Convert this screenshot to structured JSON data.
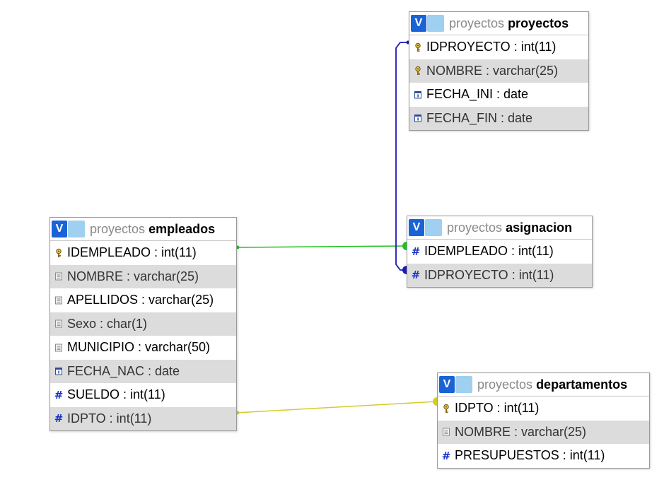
{
  "database": "proyectos",
  "tables": {
    "proyectos": {
      "db_label": "proyectos",
      "name": "proyectos",
      "columns": [
        {
          "text": "IDPROYECTO : int(11)",
          "icon": "primary-key-icon"
        },
        {
          "text": "NOMBRE : varchar(25)",
          "icon": "primary-key-icon"
        },
        {
          "text": "FECHA_INI : date",
          "icon": "date-column-icon"
        },
        {
          "text": "FECHA_FIN : date",
          "icon": "date-column-icon"
        }
      ]
    },
    "asignacion": {
      "db_label": "proyectos",
      "name": "asignacion",
      "columns": [
        {
          "text": "IDEMPLEADO : int(11)",
          "icon": "numeric-column-icon"
        },
        {
          "text": "IDPROYECTO : int(11)",
          "icon": "numeric-column-icon"
        }
      ]
    },
    "empleados": {
      "db_label": "proyectos",
      "name": "empleados",
      "columns": [
        {
          "text": "IDEMPLEADO : int(11)",
          "icon": "primary-key-icon"
        },
        {
          "text": "NOMBRE : varchar(25)",
          "icon": "text-column-icon"
        },
        {
          "text": "APELLIDOS : varchar(25)",
          "icon": "text-column-icon"
        },
        {
          "text": "Sexo : char(1)",
          "icon": "text-column-icon"
        },
        {
          "text": "MUNICIPIO : varchar(50)",
          "icon": "text-column-icon"
        },
        {
          "text": "FECHA_NAC : date",
          "icon": "date-column-icon"
        },
        {
          "text": "SUELDO : int(11)",
          "icon": "numeric-column-icon"
        },
        {
          "text": "IDPTO : int(11)",
          "icon": "numeric-column-icon"
        }
      ]
    },
    "departamentos": {
      "db_label": "proyectos",
      "name": "departamentos",
      "columns": [
        {
          "text": "IDPTO : int(11)",
          "icon": "primary-key-icon"
        },
        {
          "text": "NOMBRE : varchar(25)",
          "icon": "text-column-icon"
        },
        {
          "text": "PRESUPUESTOS : int(11)",
          "icon": "numeric-column-icon"
        }
      ]
    }
  },
  "header_buttons": {
    "toggle_label": "V",
    "toggle_icon": "collapse-toggle-icon",
    "options_icon": "gear-icon"
  },
  "relations": [
    {
      "from_table": "empleados",
      "from_column": "IDEMPLEADO",
      "to_table": "asignacion",
      "to_column": "IDEMPLEADO",
      "color": "#22c022"
    },
    {
      "from_table": "proyectos",
      "from_column": "IDPROYECTO",
      "to_table": "asignacion",
      "to_column": "IDPROYECTO",
      "color": "#1a1ab8"
    },
    {
      "from_table": "departamentos",
      "from_column": "IDPTO",
      "to_table": "empleados",
      "to_column": "IDPTO",
      "color": "#d4cc2a"
    }
  ],
  "colors": {
    "toggle_button": "#1a63d6",
    "gear_button": "#9fd0ef",
    "alt_row": "#dcdcdc",
    "db_label": "#8a8a8a"
  }
}
